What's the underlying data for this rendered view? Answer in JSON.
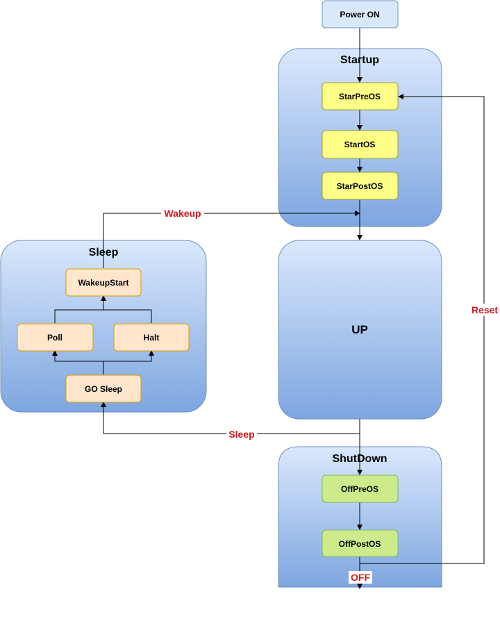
{
  "nodes": {
    "power_on": "Power ON",
    "star_pre_os": "StarPreOS",
    "start_os": "StartOS",
    "star_post_os": "StarPostOS",
    "wakeup_start": "WakeupStart",
    "poll": "Poll",
    "halt": "Halt",
    "go_sleep": "GO Sleep",
    "up": "UP",
    "off_pre_os": "OffPreOS",
    "off_post_os": "OffPostOS"
  },
  "groups": {
    "startup": "Startup",
    "sleep": "Sleep",
    "shutdown": "ShutDown"
  },
  "edges": {
    "wakeup": "Wakeup",
    "sleep": "Sleep",
    "reset": "Reset",
    "off": "OFF"
  },
  "colors": {
    "edge_label": "#d6181e",
    "yellow_node": "#ffff88",
    "green_node": "#cdeb8b",
    "peach_node": "#ffe6cc",
    "blue_node": "#dae8fc"
  }
}
